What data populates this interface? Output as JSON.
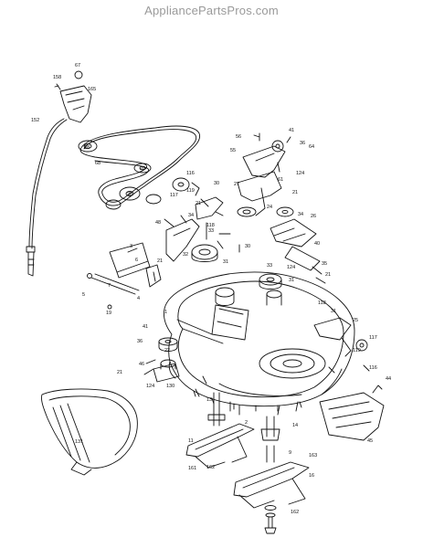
{
  "watermark": "AppliancePartsPros.com",
  "callouts": [
    {
      "id": "c67",
      "text": "67"
    },
    {
      "id": "c158",
      "text": "158"
    },
    {
      "id": "c165",
      "text": "165"
    },
    {
      "id": "c152",
      "text": "152"
    },
    {
      "id": "c68",
      "text": "68"
    },
    {
      "id": "c28a",
      "text": "28"
    },
    {
      "id": "c28b",
      "text": "28"
    },
    {
      "id": "c28c",
      "text": "28"
    },
    {
      "id": "c116a",
      "text": "116"
    },
    {
      "id": "c117a",
      "text": "117"
    },
    {
      "id": "c119a",
      "text": "119"
    },
    {
      "id": "c21a",
      "text": "21"
    },
    {
      "id": "c34a",
      "text": "34"
    },
    {
      "id": "c48",
      "text": "48"
    },
    {
      "id": "c118a",
      "text": "118"
    },
    {
      "id": "c33a",
      "text": "33"
    },
    {
      "id": "c30a",
      "text": "30"
    },
    {
      "id": "c32",
      "text": "32"
    },
    {
      "id": "c31a",
      "text": "31"
    },
    {
      "id": "c3",
      "text": "3"
    },
    {
      "id": "c6",
      "text": "6"
    },
    {
      "id": "c5",
      "text": "5"
    },
    {
      "id": "c7",
      "text": "7"
    },
    {
      "id": "c4",
      "text": "4"
    },
    {
      "id": "c21b",
      "text": "21"
    },
    {
      "id": "c19",
      "text": "19"
    },
    {
      "id": "c1",
      "text": "1"
    },
    {
      "id": "c41a",
      "text": "41"
    },
    {
      "id": "c36a",
      "text": "36"
    },
    {
      "id": "c22",
      "text": "22"
    },
    {
      "id": "c21c",
      "text": "21"
    },
    {
      "id": "c124a",
      "text": "124"
    },
    {
      "id": "c130",
      "text": "130"
    },
    {
      "id": "c46",
      "text": "46"
    },
    {
      "id": "c55",
      "text": "55"
    },
    {
      "id": "c41b",
      "text": "41"
    },
    {
      "id": "c36b",
      "text": "36"
    },
    {
      "id": "c64",
      "text": "64"
    },
    {
      "id": "c56",
      "text": "56"
    },
    {
      "id": "c124b",
      "text": "124"
    },
    {
      "id": "c27",
      "text": "27"
    },
    {
      "id": "c61",
      "text": "61"
    },
    {
      "id": "c30b",
      "text": "30"
    },
    {
      "id": "c21d",
      "text": "21"
    },
    {
      "id": "c24",
      "text": "24"
    },
    {
      "id": "c34b",
      "text": "34"
    },
    {
      "id": "c26",
      "text": "26"
    },
    {
      "id": "c40",
      "text": "40"
    },
    {
      "id": "c35",
      "text": "35"
    },
    {
      "id": "c124c",
      "text": "124"
    },
    {
      "id": "c21e",
      "text": "21"
    },
    {
      "id": "c33b",
      "text": "33"
    },
    {
      "id": "c31b",
      "text": "31"
    },
    {
      "id": "c118b",
      "text": "118"
    },
    {
      "id": "c31c",
      "text": "31"
    },
    {
      "id": "c25",
      "text": "25"
    },
    {
      "id": "c117b",
      "text": "117"
    },
    {
      "id": "c116b",
      "text": "116"
    },
    {
      "id": "c119b",
      "text": "119"
    },
    {
      "id": "c44",
      "text": "44"
    },
    {
      "id": "c45",
      "text": "45"
    },
    {
      "id": "c13",
      "text": "13"
    },
    {
      "id": "c14",
      "text": "14"
    },
    {
      "id": "c11",
      "text": "11"
    },
    {
      "id": "c9",
      "text": "9"
    },
    {
      "id": "c161",
      "text": "161"
    },
    {
      "id": "c162a",
      "text": "162"
    },
    {
      "id": "c163",
      "text": "163"
    },
    {
      "id": "c16",
      "text": "16"
    },
    {
      "id": "c162b",
      "text": "162"
    },
    {
      "id": "c131",
      "text": "131"
    },
    {
      "id": "c2",
      "text": "2"
    }
  ]
}
